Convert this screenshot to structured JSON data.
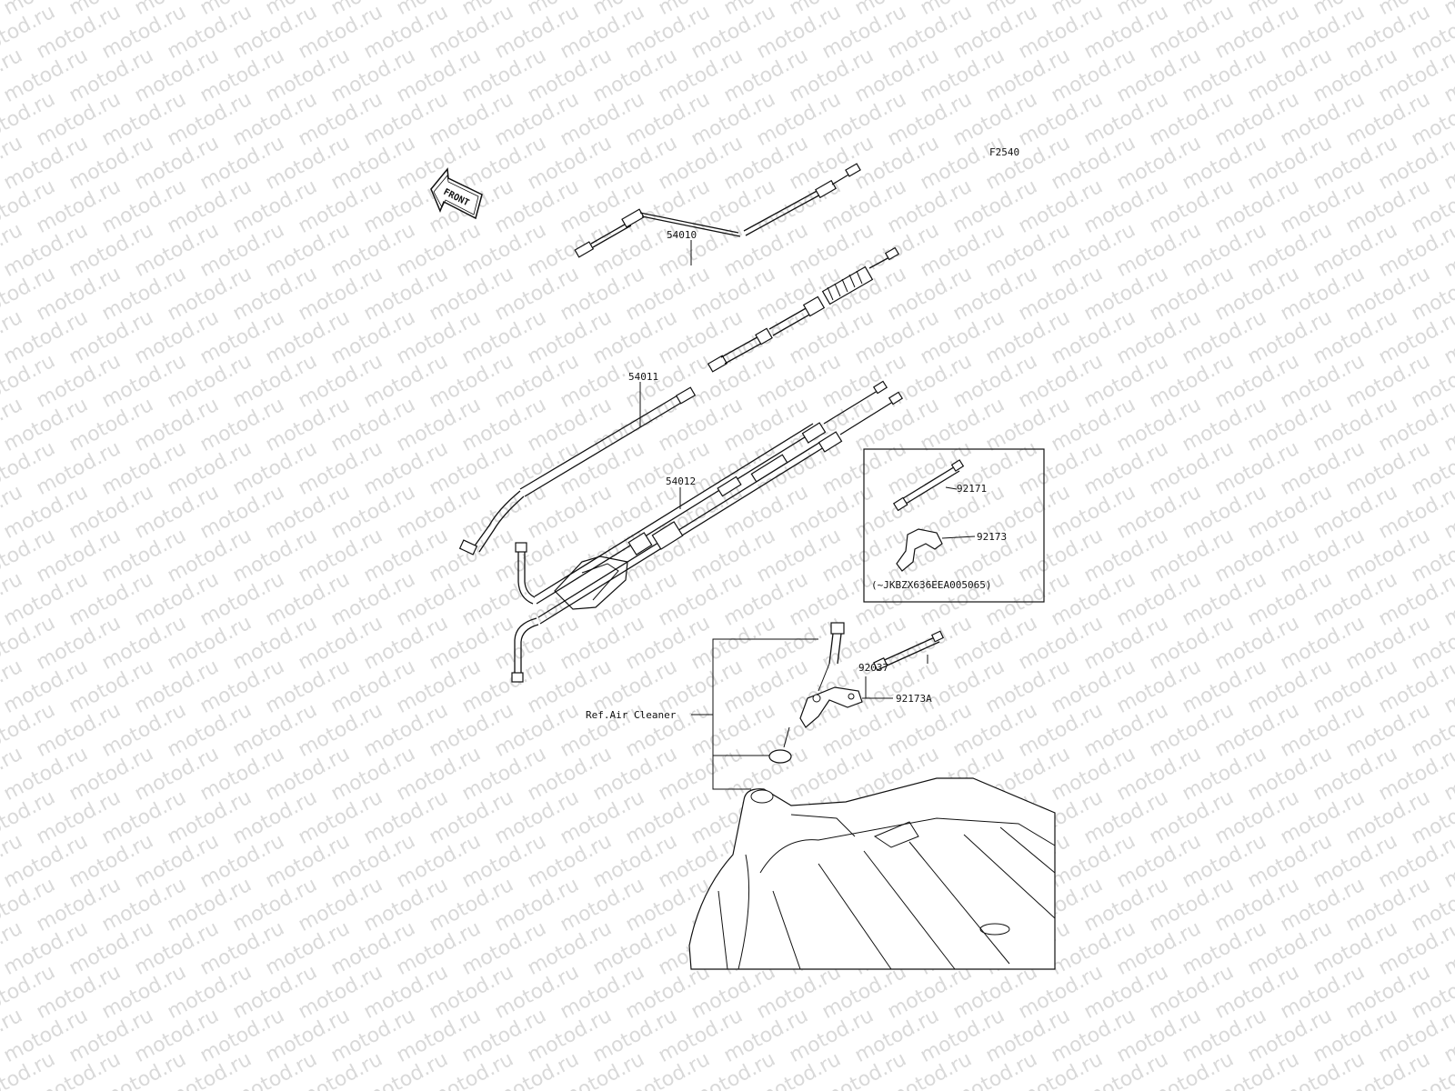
{
  "figure_code": "F2540",
  "front_arrow": "FRONT",
  "watermark": "motod.ru",
  "labels": {
    "p54010": "54010",
    "p54011": "54011",
    "p54012": "54012",
    "p92171": "92171",
    "p92173": "92173",
    "inset_note": "(~JKBZX636EEA005065)",
    "p92037": "92037",
    "p92173A": "92173A",
    "ref_air_cleaner": "Ref.Air Cleaner"
  },
  "icons": [
    "front-arrow-icon"
  ]
}
